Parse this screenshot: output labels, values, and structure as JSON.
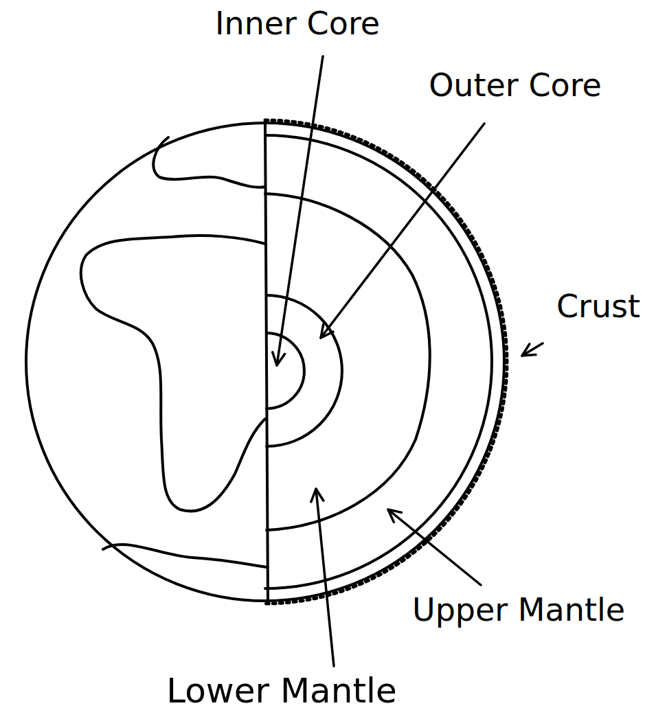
{
  "diagram": {
    "labels": [
      "Inner Core",
      "Outer Core",
      "Crust",
      "Upper Mantle",
      "Lower Mantle"
    ]
  }
}
